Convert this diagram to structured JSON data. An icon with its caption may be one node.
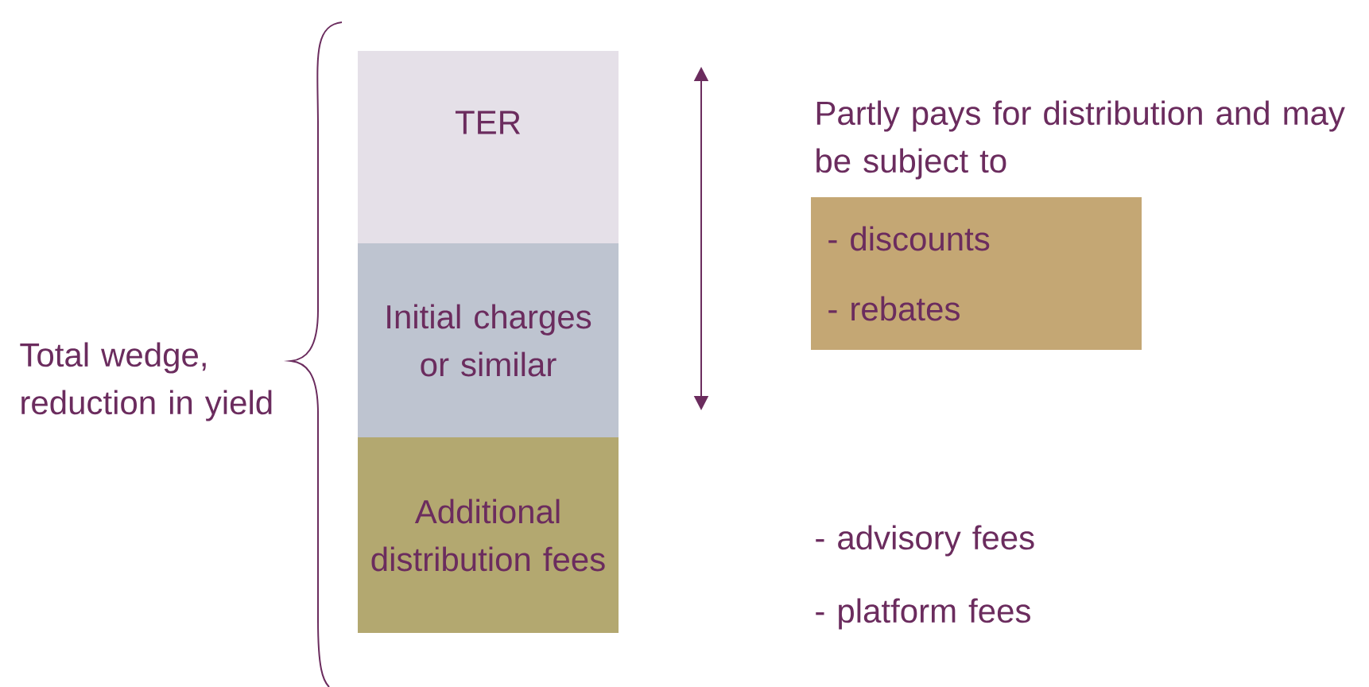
{
  "diagram": {
    "nodes": [
      {
        "text": [
          "TER"
        ]
      },
      {
        "text": [
          "Initial charges or similar"
        ]
      },
      {
        "text": [
          "Additional distribution fees"
        ]
      },
      {
        "text": [
          "- discounts",
          "- rebates"
        ]
      }
    ],
    "labels": [
      "Total wedge, reduction in yield",
      "Partly pays for distribution and may be subject to",
      "- advisory fees",
      "- platform fees"
    ]
  }
}
